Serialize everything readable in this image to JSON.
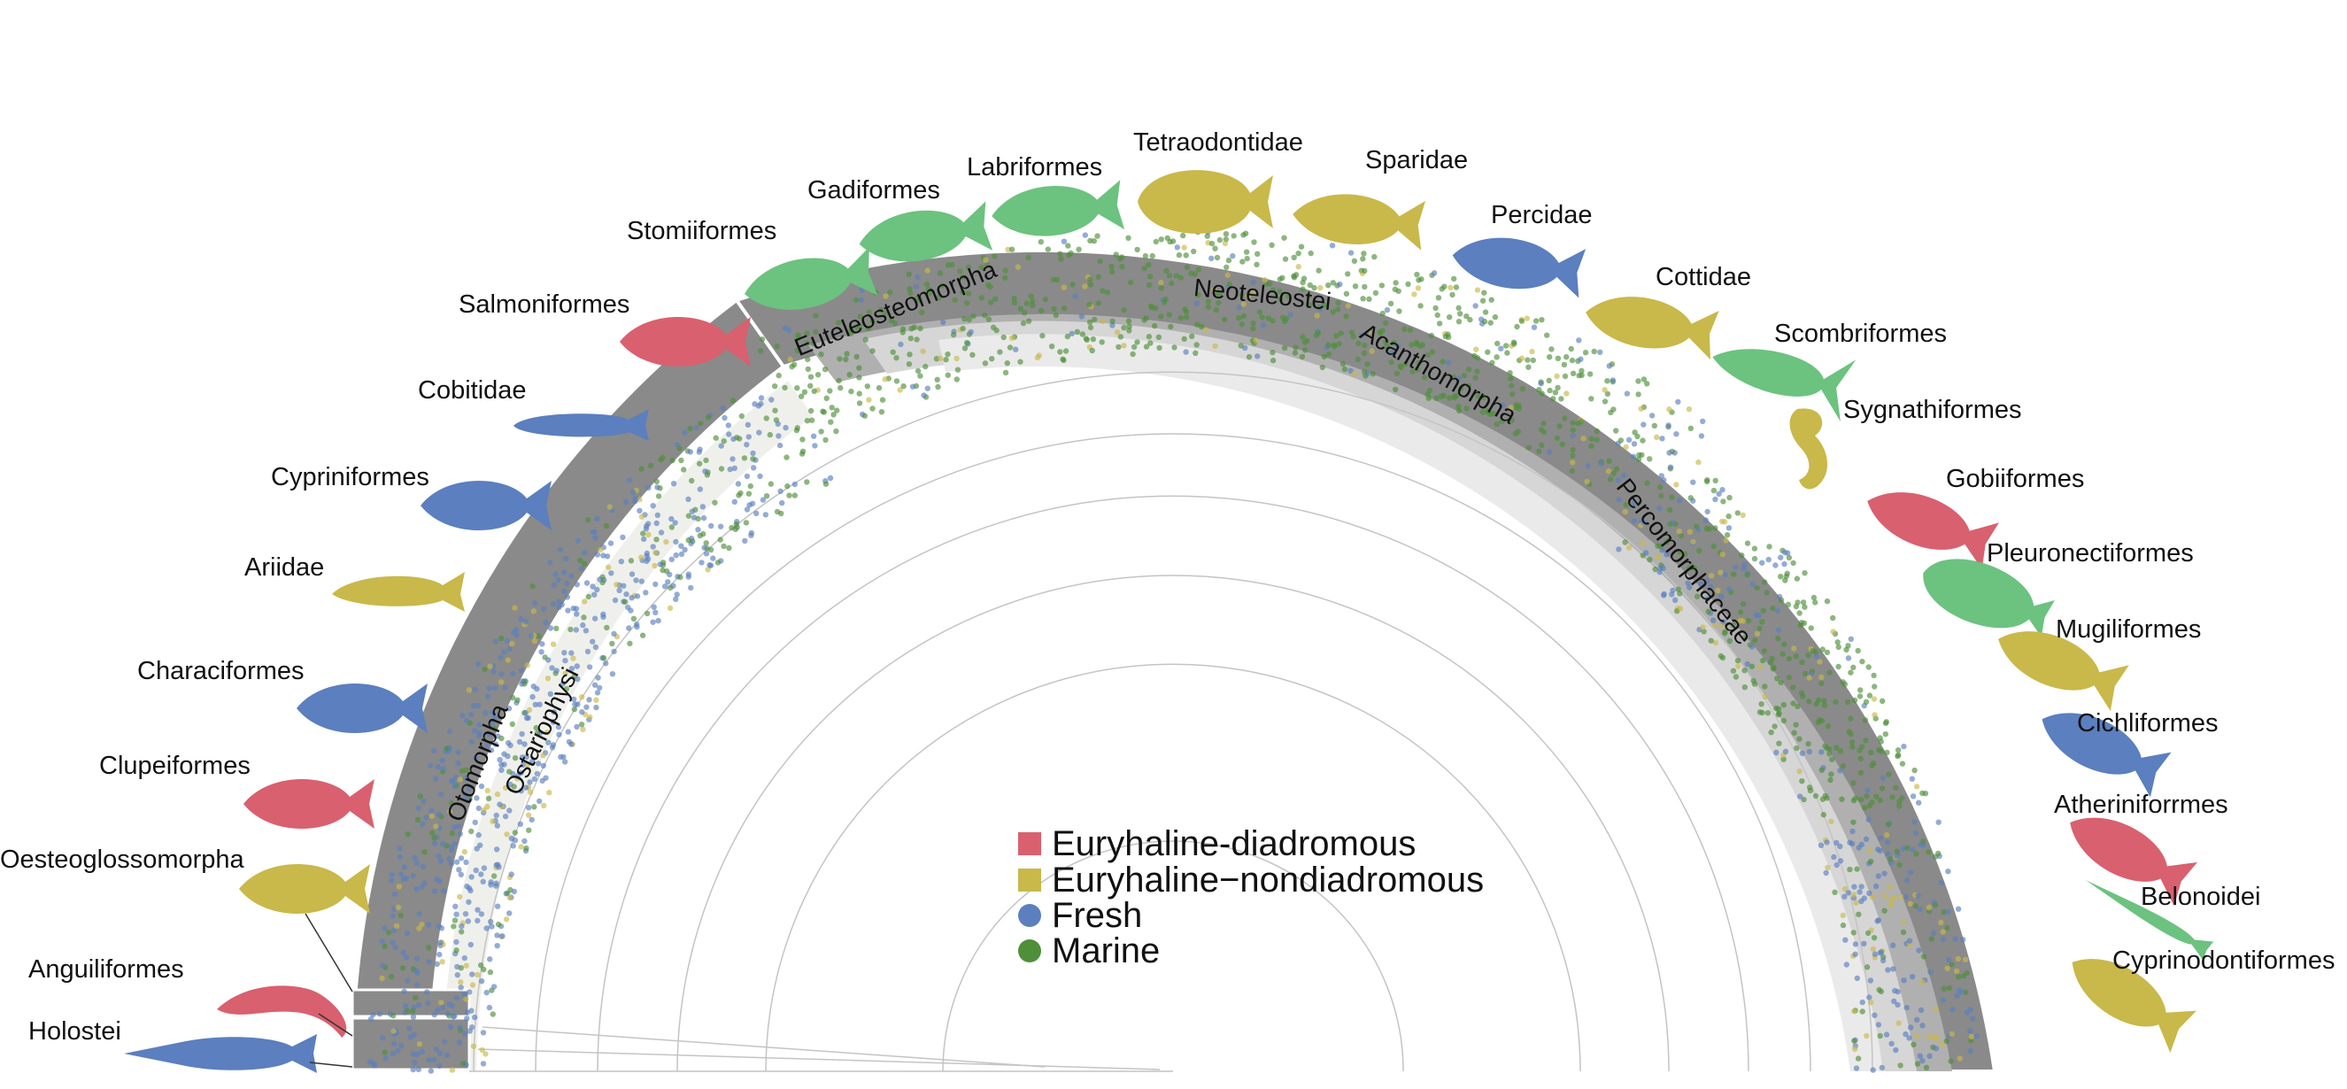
{
  "colors": {
    "euryhaline_diadromous": "#d9606f",
    "euryhaline_nondiadromous": "#c9b84a",
    "fresh": "#5b7fbf",
    "marine": "#4e8f3a",
    "marine_silhouette": "#6cc27f",
    "ring_dark": "#8a8a8a",
    "ring_mid": "#b0b0b0",
    "ring_light": "#d6d6d6",
    "ring_pale": "#eaeaea"
  },
  "legend": [
    {
      "label": "Euryhaline-diadromous",
      "color_key": "euryhaline_diadromous",
      "shape": "square"
    },
    {
      "label": "Euryhaline−nondiadromous",
      "color_key": "euryhaline_nondiadromous",
      "shape": "square"
    },
    {
      "label": "Fresh",
      "color_key": "fresh",
      "shape": "circle"
    },
    {
      "label": "Marine",
      "color_key": "marine",
      "shape": "circle"
    }
  ],
  "clades": {
    "otomorpha": "Otomorpha",
    "ostariophysi": "Ostariophysi",
    "euteleosteomorpha": "Euteleosteomorpha",
    "neoteleostei": "Neoteleostei",
    "acanthomorpha": "Acanthomorpha",
    "percomorphaceae": "Percomorphaceae"
  },
  "taxa": [
    {
      "label": "Holostei",
      "color_key": "fresh",
      "icon": "gar-icon"
    },
    {
      "label": "Anguiliformes",
      "color_key": "euryhaline_diadromous",
      "icon": "eel-icon"
    },
    {
      "label": "Oesteoglossomorpha",
      "color_key": "euryhaline_nondiadromous",
      "icon": "fish-icon"
    },
    {
      "label": "Clupeiformes",
      "color_key": "euryhaline_diadromous",
      "icon": "fish-icon"
    },
    {
      "label": "Characiformes",
      "color_key": "fresh",
      "icon": "fish-icon"
    },
    {
      "label": "Ariidae",
      "color_key": "euryhaline_nondiadromous",
      "icon": "catfish-icon"
    },
    {
      "label": "Cypriniformes",
      "color_key": "fresh",
      "icon": "fish-icon"
    },
    {
      "label": "Cobitidae",
      "color_key": "fresh",
      "icon": "loach-icon"
    },
    {
      "label": "Salmoniformes",
      "color_key": "euryhaline_diadromous",
      "icon": "fish-icon"
    },
    {
      "label": "Stomiiformes",
      "color_key": "marine_silhouette",
      "icon": "fish-icon"
    },
    {
      "label": "Gadiformes",
      "color_key": "marine_silhouette",
      "icon": "fish-icon"
    },
    {
      "label": "Labriformes",
      "color_key": "marine_silhouette",
      "icon": "fish-icon"
    },
    {
      "label": "Tetraodontidae",
      "color_key": "euryhaline_nondiadromous",
      "icon": "pufferfish-icon"
    },
    {
      "label": "Sparidae",
      "color_key": "euryhaline_nondiadromous",
      "icon": "fish-icon"
    },
    {
      "label": "Percidae",
      "color_key": "fresh",
      "icon": "fish-icon"
    },
    {
      "label": "Cottidae",
      "color_key": "euryhaline_nondiadromous",
      "icon": "fish-icon"
    },
    {
      "label": "Scombriformes",
      "color_key": "marine_silhouette",
      "icon": "tuna-icon"
    },
    {
      "label": "Sygnathiformes",
      "color_key": "euryhaline_nondiadromous",
      "icon": "seahorse-icon"
    },
    {
      "label": "Gobiiformes",
      "color_key": "euryhaline_diadromous",
      "icon": "fish-icon"
    },
    {
      "label": "Pleuronectiformes",
      "color_key": "marine_silhouette",
      "icon": "flatfish-icon"
    },
    {
      "label": "Mugiliformes",
      "color_key": "euryhaline_nondiadromous",
      "icon": "fish-icon"
    },
    {
      "label": "Cichliformes",
      "color_key": "fresh",
      "icon": "fish-icon"
    },
    {
      "label": "Atheriniforrmes",
      "color_key": "euryhaline_diadromous",
      "icon": "fish-icon"
    },
    {
      "label": "Belonoidei",
      "color_key": "marine_silhouette",
      "icon": "needlefish-icon"
    },
    {
      "label": "Cyprinodontiformes",
      "color_key": "euryhaline_nondiadromous",
      "icon": "fish-icon"
    }
  ]
}
